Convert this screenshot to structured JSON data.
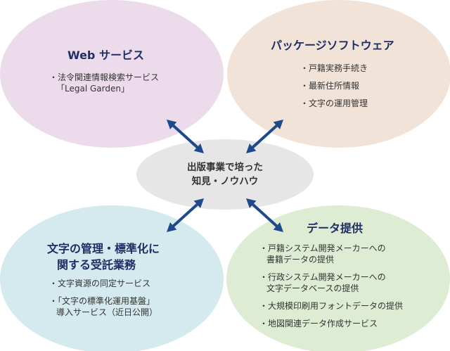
{
  "colors": {
    "web": "#ecdceb",
    "package": "#f1e3d8",
    "character": "#d4eaee",
    "data": "#ddecd3",
    "center": "#e6e6e6",
    "arrow": "#1e4a8c",
    "title": "#1e2e66"
  },
  "center": {
    "line1": "出版事業で培った",
    "line2": "知見・ノウハウ"
  },
  "web": {
    "title": "Web サービス",
    "items": [
      {
        "lines": [
          "・法令関連情報検索サービス",
          "「Legal Garden」"
        ]
      }
    ]
  },
  "package": {
    "title": "パッケージソフトウェア",
    "items": [
      {
        "lines": [
          "・戸籍実務手続き"
        ]
      },
      {
        "lines": [
          "・最新住所情報"
        ]
      },
      {
        "lines": [
          "・文字の運用管理"
        ]
      }
    ]
  },
  "character": {
    "title_line1": "文字の管理・標準化に",
    "title_line2": "関する受託業務",
    "items": [
      {
        "lines": [
          "・文字資源の同定サービス"
        ]
      },
      {
        "lines": [
          "・「文字の標準化運用基盤」",
          "導入サービス（近日公開）"
        ]
      }
    ]
  },
  "data": {
    "title": "データ提供",
    "items": [
      {
        "lines": [
          "・戸籍システム開発メーカーへの",
          "書籍データの提供"
        ]
      },
      {
        "lines": [
          "・行政システム開発メーカーへの",
          "文字データベースの提供"
        ]
      },
      {
        "lines": [
          "・大規模印刷用フォントデータの提供"
        ]
      },
      {
        "lines": [
          "・地図関連データ作成サービス"
        ]
      }
    ]
  }
}
